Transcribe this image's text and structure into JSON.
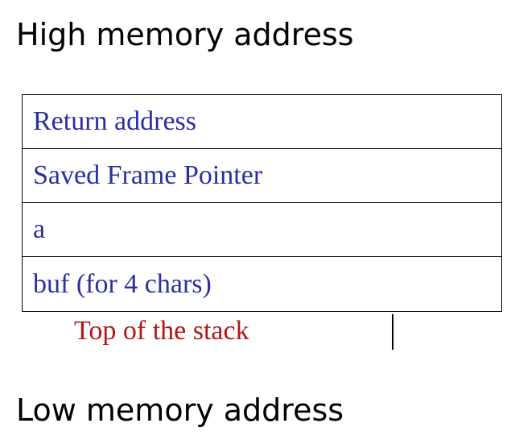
{
  "labels": {
    "high": "High memory address",
    "low": "Low memory address",
    "top_of_stack": "Top of the stack"
  },
  "stack_cells": [
    "Return address",
    "Saved Frame Pointer",
    "a",
    "buf (for 4 chars)"
  ],
  "colors": {
    "cell_text": "#2a2fa0",
    "top_label": "#b31616",
    "border": "#000000"
  }
}
